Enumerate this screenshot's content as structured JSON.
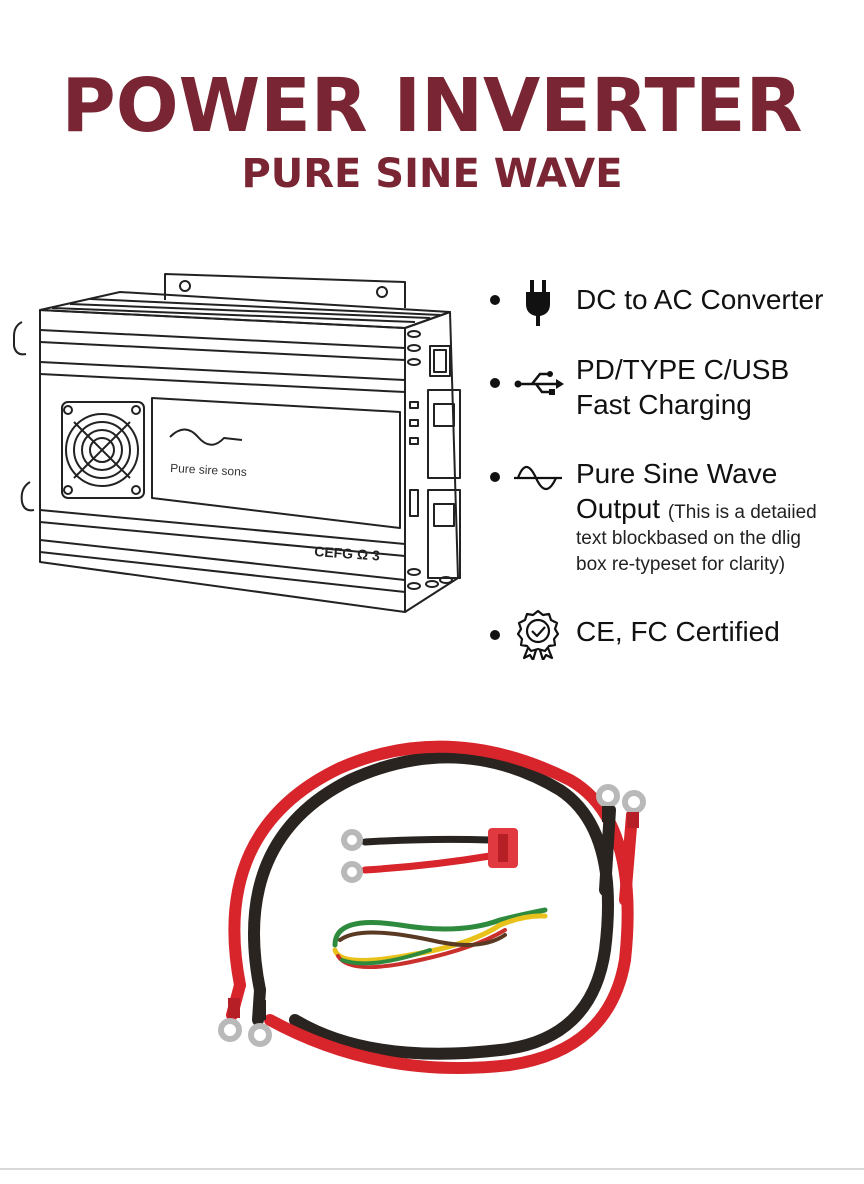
{
  "header": {
    "title": "POWER INVERTER",
    "subtitle": "PURE SINE WAVE"
  },
  "product": {
    "display_label": "Pure sire sons",
    "cert_marks": "CEFG Ω 3"
  },
  "features": [
    {
      "icon": "plug-icon",
      "lines": [
        "DC to AC Converter"
      ]
    },
    {
      "icon": "usb-icon",
      "lines": [
        "PD/TYPE C/USB",
        "Fast Charging"
      ]
    },
    {
      "icon": "sine-wave-icon",
      "lines": [
        "Pure Sine Wave",
        "Output"
      ],
      "note_inline": "(This is a detaiied",
      "note_lines": [
        "text blockbased on the dlig",
        "box re-typeset for clarity)"
      ]
    },
    {
      "icon": "certified-badge-icon",
      "lines": [
        "CE, FC Certified"
      ]
    }
  ],
  "colors": {
    "title": "#7a2533",
    "cable_red": "#d8252b",
    "cable_black": "#2a2420"
  }
}
